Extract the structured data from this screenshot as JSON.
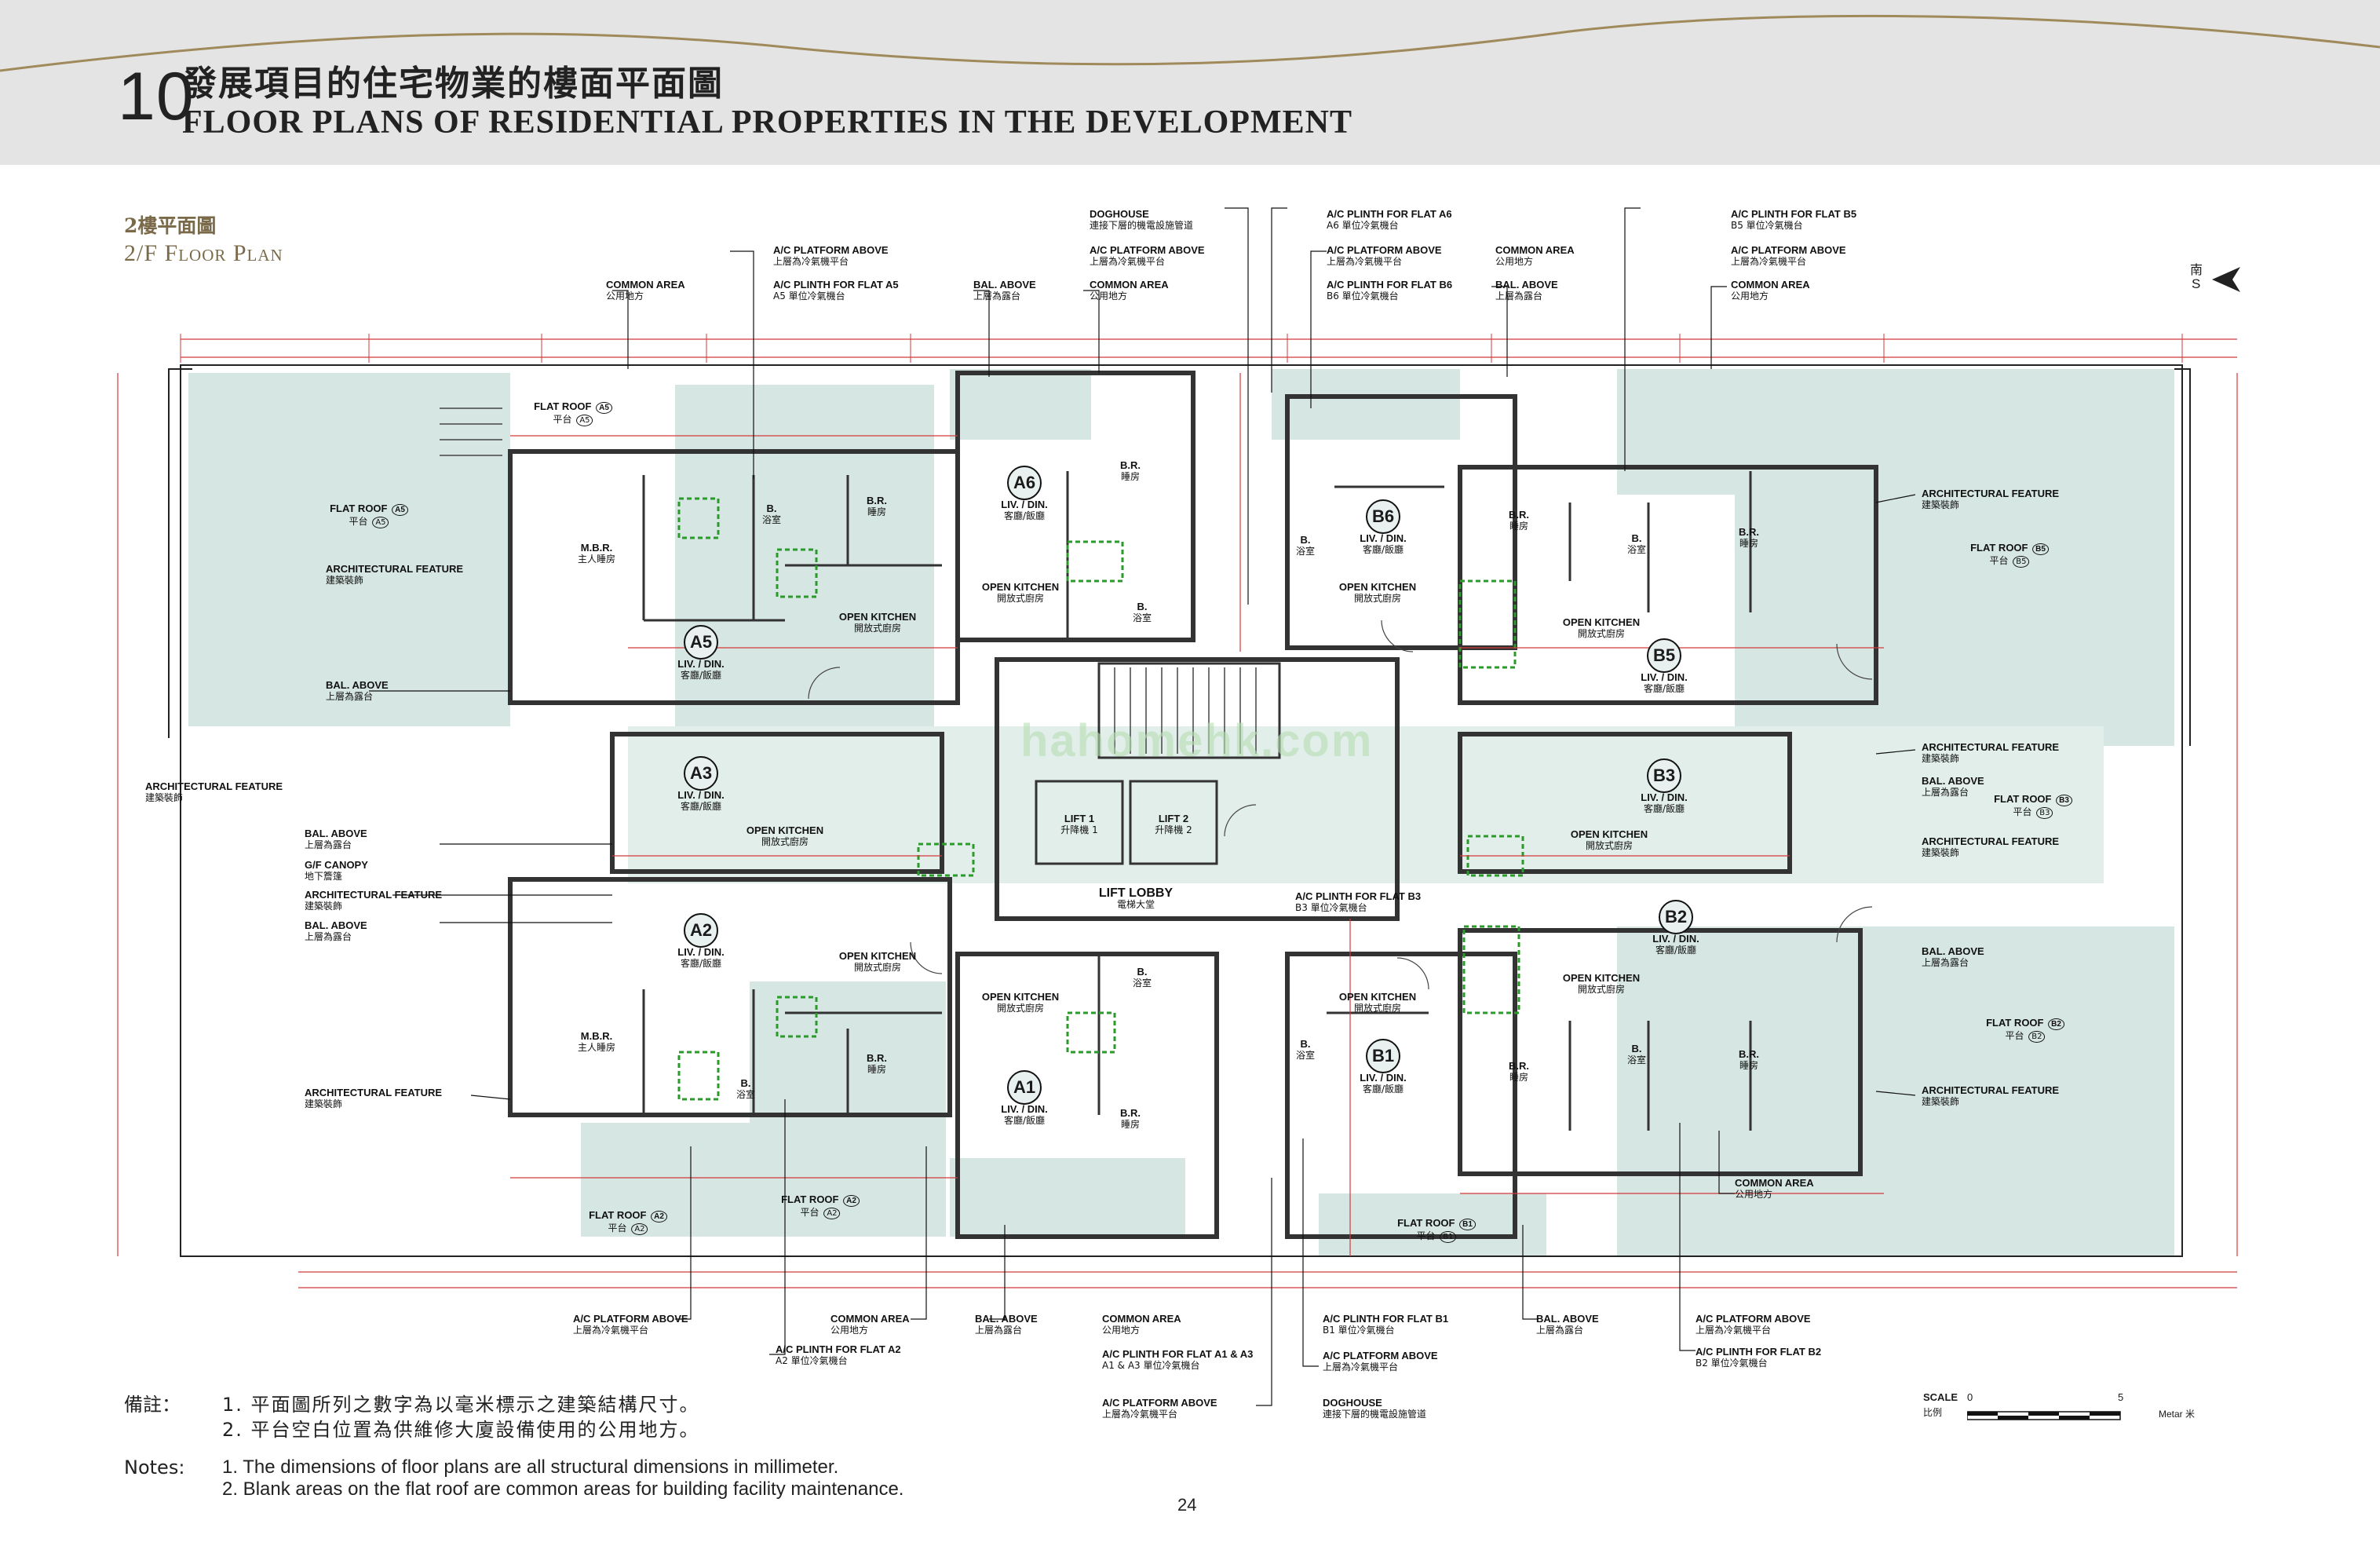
{
  "header": {
    "section_number": "10",
    "title_cn": "發展項目的住宅物業的樓面平面圖",
    "title_en": "FLOOR PLANS OF RESIDENTIAL PROPERTIES IN THE DEVELOPMENT"
  },
  "plan": {
    "title_cn": "2樓平面圖",
    "title_en": "2/F Floor Plan"
  },
  "compass": {
    "cn": "南",
    "en": "S"
  },
  "scale": {
    "label_en": "SCALE",
    "label_cn": "比例",
    "start": "0",
    "end": "5",
    "unit": "Metar 米"
  },
  "flats": [
    "A5",
    "A3",
    "A2",
    "A6",
    "A1",
    "B6",
    "B1",
    "B5",
    "B3",
    "B2"
  ],
  "rooms": {
    "liv_din": {
      "en": "LIV. / DIN.",
      "cn": "客廳/飯廳"
    },
    "open_kitchen": {
      "en": "OPEN KITCHEN",
      "cn": "開放式廚房"
    },
    "mbr": {
      "en": "M.B.R.",
      "cn": "主人睡房"
    },
    "br": {
      "en": "B.R.",
      "cn": "睡房"
    },
    "bath": {
      "en": "B.",
      "cn": "浴室"
    },
    "lift1": {
      "en": "LIFT 1",
      "cn": "升降機 1"
    },
    "lift2": {
      "en": "LIFT 2",
      "cn": "升降機 2"
    },
    "lift_lobby": {
      "en": "LIFT LOBBY",
      "cn": "電梯大堂"
    },
    "flat_roof": {
      "en": "FLAT ROOF",
      "cn": "平台"
    }
  },
  "callouts": {
    "common_area": {
      "en": "COMMON AREA",
      "cn": "公用地方"
    },
    "ac_platform": {
      "en": "A/C PLATFORM ABOVE",
      "cn": "上層為冷氣機平台"
    },
    "bal_above": {
      "en": "BAL. ABOVE",
      "cn": "上層為露台"
    },
    "doghouse": {
      "en": "DOGHOUSE",
      "cn": "連接下層的機電設施管道"
    },
    "arch_feature": {
      "en": "ARCHITECTURAL FEATURE",
      "cn": "建築裝飾"
    },
    "gf_canopy": {
      "en": "G/F CANOPY",
      "cn": "地下簷篷"
    },
    "ac_plinth_a5": {
      "en": "A/C PLINTH FOR FLAT A5",
      "cn": "A5 單位冷氣機台"
    },
    "ac_plinth_a6": {
      "en": "A/C PLINTH FOR FLAT A6",
      "cn": "A6 單位冷氣機台"
    },
    "ac_plinth_b6": {
      "en": "A/C PLINTH FOR FLAT B6",
      "cn": "B6 單位冷氣機台"
    },
    "ac_plinth_b5": {
      "en": "A/C PLINTH FOR FLAT B5",
      "cn": "B5 單位冷氣機台"
    },
    "ac_plinth_b3": {
      "en": "A/C PLINTH FOR FLAT B3",
      "cn": "B3 單位冷氣機台"
    },
    "ac_plinth_a2": {
      "en": "A/C PLINTH FOR FLAT A2",
      "cn": "A2 單位冷氣機台"
    },
    "ac_plinth_a1a3": {
      "en": "A/C PLINTH FOR FLAT A1 & A3",
      "cn": "A1 & A3 單位冷氣機台"
    },
    "ac_plinth_b1": {
      "en": "A/C PLINTH FOR FLAT B1",
      "cn": "B1 單位冷氣機台"
    },
    "ac_plinth_b2": {
      "en": "A/C PLINTH FOR FLAT B2",
      "cn": "B2 單位冷氣機台"
    }
  },
  "notes": {
    "head_cn": "備註：",
    "head_en": "Notes:",
    "cn_1": "1. 平面圖所列之數字為以毫米標示之建築結構尺寸。",
    "cn_2": "2. 平台空白位置為供維修大廈設備使用的公用地方。",
    "en_1": "1. The dimensions of floor plans are all structural dimensions in millimeter.",
    "en_2": "2. Blank areas on the flat roof are common areas for building facility maintenance."
  },
  "page_number": "24",
  "watermark": "hahomehk.com",
  "colors": {
    "header_bg": "#e4e4e4",
    "accent_gold": "#a08a5c",
    "roof_fill": "#d6e6e2",
    "dim_red": "#d23a3a",
    "ac_green": "#2a9a2a"
  }
}
